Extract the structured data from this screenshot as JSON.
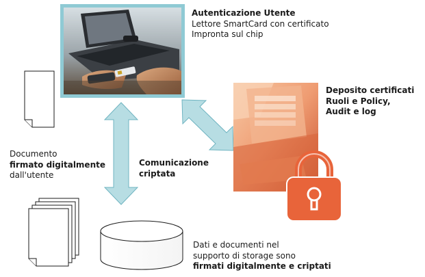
{
  "user_auth": {
    "title": "Autenticazione Utente",
    "line1": "Lettore SmartCard con certificato",
    "line2": "Impronta sul chip"
  },
  "repository": {
    "line1": "Deposito certificati",
    "line2": "Ruoli e Policy,",
    "line3": "Audit e log"
  },
  "signed_doc": {
    "line1": "Documento",
    "line2": "firmato digitalmente",
    "line3": "dall'utente"
  },
  "channel": {
    "line1": "Comunicazione",
    "line2": "criptata"
  },
  "storage": {
    "line1": "Dati e documenti nel",
    "line2": "supporto di storage sono",
    "line3": "firmati digitalmente e criptati"
  },
  "colors": {
    "arrow_fill": "#b7dde3",
    "arrow_stroke": "#6fb4c1",
    "photo_frame": "#8fcad4",
    "lock_orange": "#e8643a"
  },
  "icons": [
    "laptop-smartcard-photo",
    "document-icon",
    "document-stack-icon",
    "database-cylinder-icon",
    "server-photo",
    "padlock-icon",
    "double-arrow-icon"
  ]
}
